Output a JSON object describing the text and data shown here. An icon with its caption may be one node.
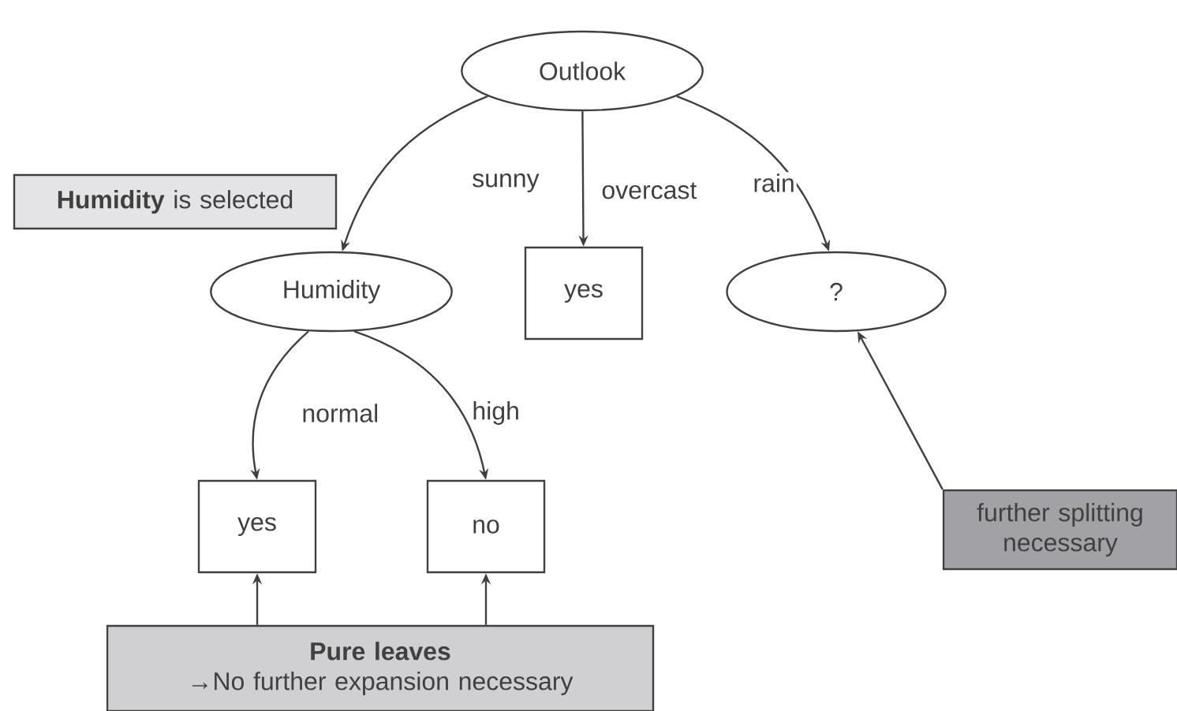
{
  "diagram": {
    "nodes": [
      {
        "text": [
          "Outlook"
        ]
      },
      {
        "text": [
          "Humidity"
        ]
      },
      {
        "text": [
          "yes"
        ]
      },
      {
        "text": [
          "?"
        ]
      },
      {
        "text": [
          "yes"
        ]
      },
      {
        "text": [
          "no"
        ]
      },
      {
        "text": [
          "Pure leaves",
          "→No further expansion necessary"
        ]
      },
      {
        "text": [
          "further splitting necessary"
        ]
      },
      {
        "text": [
          "**Humidity** is selected"
        ]
      }
    ],
    "edges": [
      {
        "from": 0,
        "to": 1,
        "arrow": "to",
        "label": "sunny"
      },
      {
        "from": 0,
        "to": 2,
        "arrow": "to",
        "label": "overcast"
      },
      {
        "from": 0,
        "to": 3,
        "arrow": "to",
        "label": "rain"
      },
      {
        "from": 1,
        "to": 4,
        "arrow": "to",
        "label": "normal"
      },
      {
        "from": 1,
        "to": 5,
        "arrow": "to",
        "label": "high"
      },
      {
        "from": 6,
        "to": 4,
        "arrow": "to"
      },
      {
        "from": 6,
        "to": 5,
        "arrow": "to"
      },
      {
        "from": 7,
        "to": 3,
        "arrow": "to"
      }
    ]
  }
}
